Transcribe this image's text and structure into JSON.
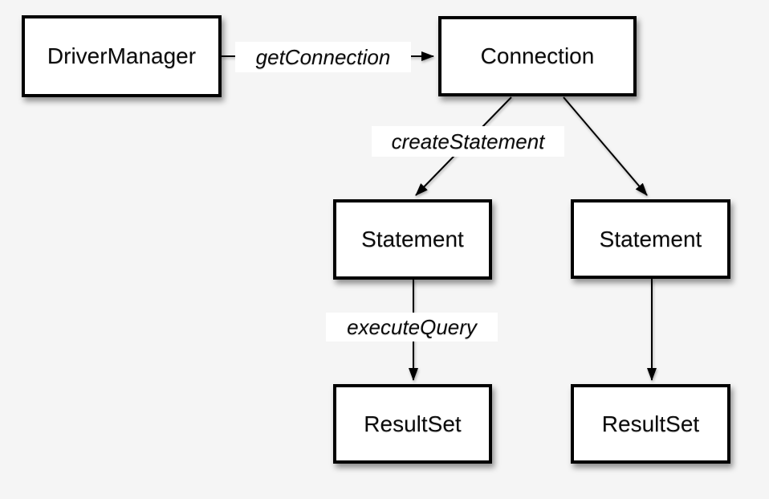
{
  "diagram": {
    "nodes": [
      {
        "id": "driver-manager",
        "label": "DriverManager"
      },
      {
        "id": "connection",
        "label": "Connection"
      },
      {
        "id": "statement-1",
        "label": "Statement"
      },
      {
        "id": "statement-2",
        "label": "Statement"
      },
      {
        "id": "resultset-1",
        "label": "ResultSet"
      },
      {
        "id": "resultset-2",
        "label": "ResultSet"
      }
    ],
    "edges": [
      {
        "from": "driver-manager",
        "to": "connection",
        "label": "getConnection"
      },
      {
        "from": "connection",
        "to": "statement-1",
        "label": "createStatement"
      },
      {
        "from": "connection",
        "to": "statement-2",
        "label": ""
      },
      {
        "from": "statement-1",
        "to": "resultset-1",
        "label": "executeQuery"
      },
      {
        "from": "statement-2",
        "to": "resultset-2",
        "label": ""
      }
    ],
    "colors": {
      "background": "#f5f5f5",
      "box_fill": "#ffffff",
      "box_border": "#000000",
      "text": "#0b0b0b",
      "edge": "#000000",
      "label_background": "#ffffff"
    }
  }
}
